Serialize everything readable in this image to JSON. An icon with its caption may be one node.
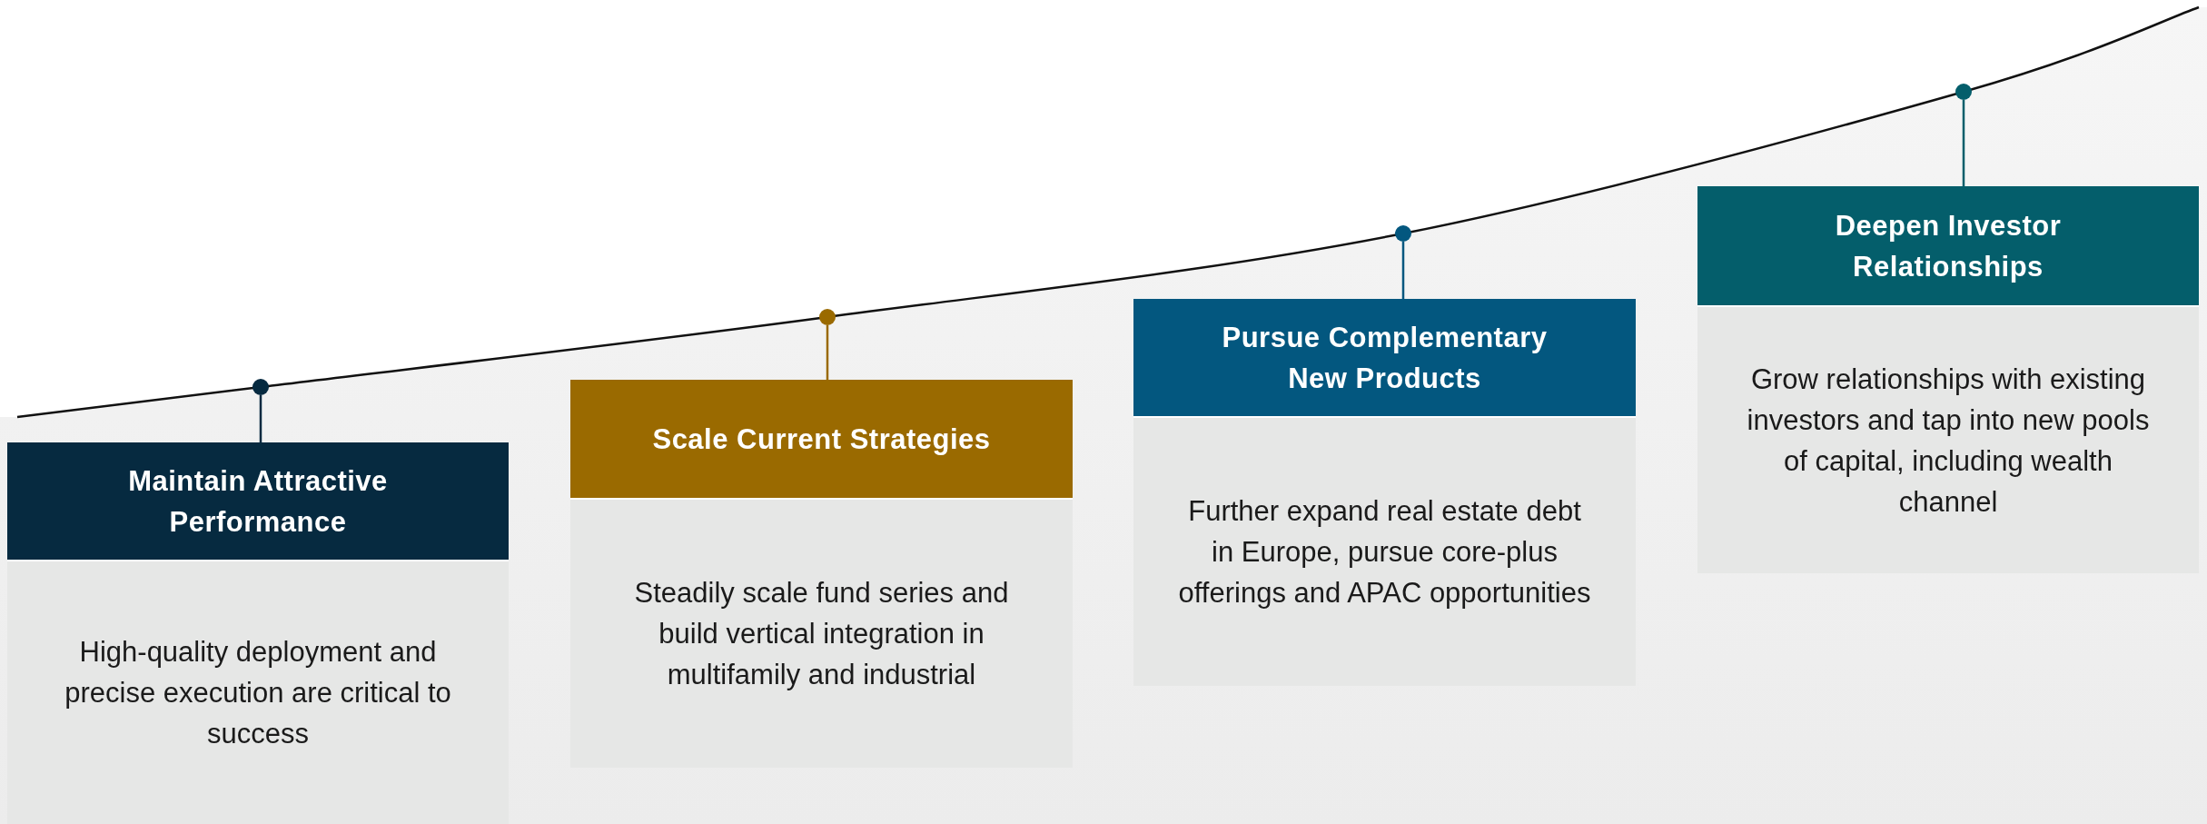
{
  "diagram": {
    "nodes": [
      {
        "text": [
          "Maintain Attractive Performance",
          "High-quality deployment and precise execution are critical to success"
        ]
      },
      {
        "text": [
          "Scale Current Strategies",
          "Steadily scale fund series and build vertical integration in multifamily and industrial"
        ]
      },
      {
        "text": [
          "Pursue Complementary New Products",
          "Further expand real estate debt in Europe, pursue core-plus offerings and APAC opportunities"
        ]
      },
      {
        "text": [
          "Deepen Investor Relationships",
          "Grow relationships with existing investors and tap into new pools of capital, including wealth channel"
        ]
      },
      {
        "text": [],
        "shape": "circle"
      },
      {
        "text": [],
        "shape": "circle"
      },
      {
        "text": [],
        "shape": "circle"
      },
      {
        "text": [],
        "shape": "circle"
      }
    ],
    "edges": [
      {
        "from": 4,
        "to": 0,
        "arrow": "none",
        "color": "#062a40"
      },
      {
        "from": 5,
        "to": 1,
        "arrow": "none",
        "color": "#9a6a00"
      },
      {
        "from": 6,
        "to": 2,
        "arrow": "none",
        "color": "#03577f"
      },
      {
        "from": 7,
        "to": 3,
        "arrow": "none",
        "color": "#045e6b"
      }
    ]
  }
}
